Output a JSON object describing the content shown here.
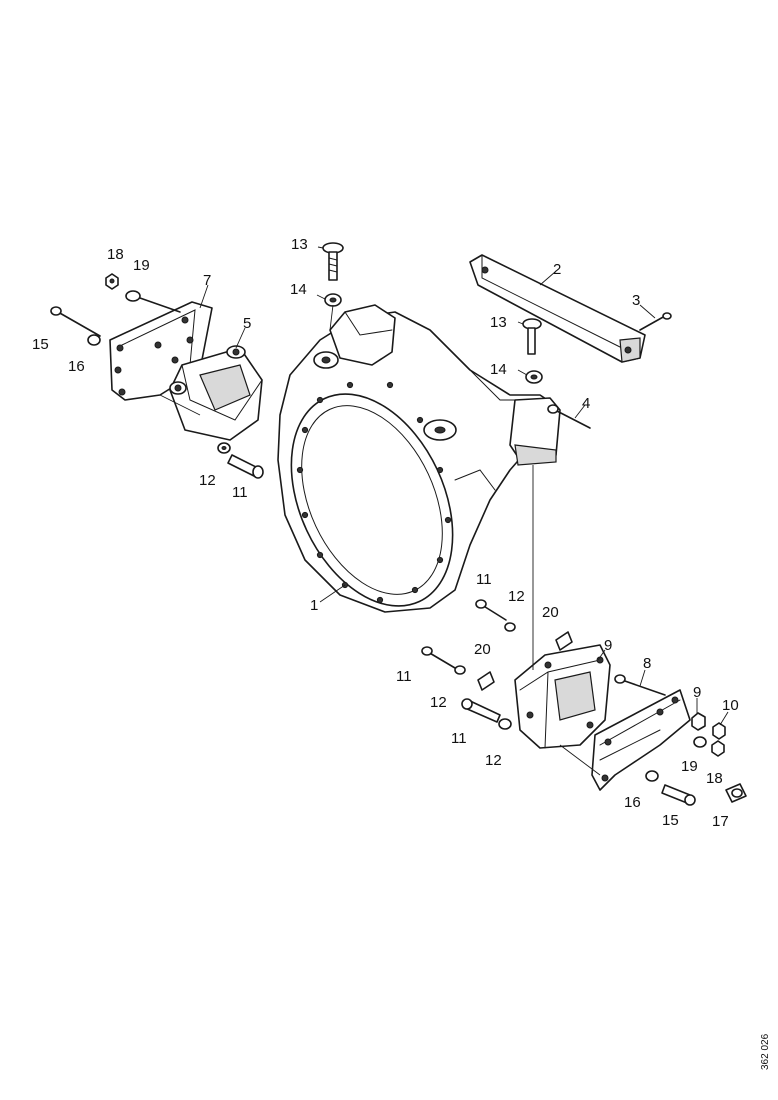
{
  "labels": {
    "p1": "1",
    "p2": "2",
    "p3": "3",
    "p4": "4",
    "p5": "5",
    "p7": "7",
    "p8": "8",
    "p9a": "9",
    "p9b": "9",
    "p10": "10",
    "p11a": "11",
    "p11b": "11",
    "p11c": "11",
    "p11d": "11",
    "p12a": "12",
    "p12b": "12",
    "p12c": "12",
    "p12d": "12",
    "p13a": "13",
    "p13b": "13",
    "p14a": "14",
    "p14b": "14",
    "p15a": "15",
    "p15b": "15",
    "p16a": "16",
    "p16b": "16",
    "p17": "17",
    "p18a": "18",
    "p18b": "18",
    "p19a": "19",
    "p19b": "19",
    "p20a": "20",
    "p20b": "20"
  },
  "reference_code": "362 026",
  "colors": {
    "line": "#1a1a1a",
    "background": "#ffffff",
    "shade": "#d9d9d9"
  }
}
